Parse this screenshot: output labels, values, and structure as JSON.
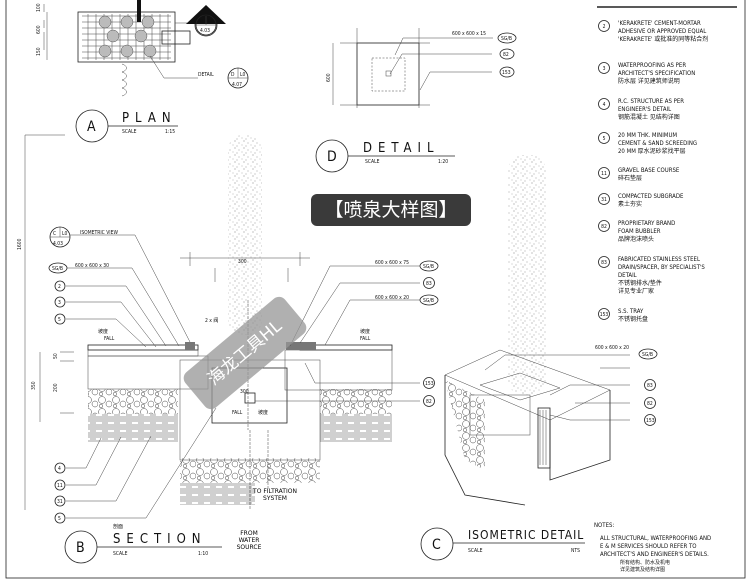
{
  "banner": "【喷泉大样图】",
  "watermark": "海龙工具HL",
  "plan": {
    "letter": "A",
    "title": "PLAN",
    "scale_label": "SCALE",
    "scale": "1:15",
    "detail_label": "DETAIL",
    "ref1_top": "B",
    "ref1_sheet": "L0",
    "ref1_num": "4.03",
    "ref2_top": "D",
    "ref2_sheet": "L0",
    "ref2_num": "4.07",
    "dims": [
      "100",
      "600",
      "150"
    ]
  },
  "detail": {
    "letter": "D",
    "title": "DETAIL",
    "scale_label": "SCALE",
    "scale": "1:20",
    "spec": "600 x 600 x 15",
    "tags": [
      "SG/B",
      "82",
      "153"
    ],
    "dim": "600"
  },
  "section": {
    "letter": "B",
    "title": "SECTION",
    "cn": "剖面",
    "scale_label": "SCALE",
    "scale": "1:10",
    "iso_ref_top": "C",
    "iso_ref_sheet": "L0",
    "iso_ref_num": "4.03",
    "iso_ref_label": "ISOMETRIC VIEW",
    "left_tags": [
      "SG/B",
      "2",
      "3",
      "5"
    ],
    "left_spec": "600 x 600 x 30",
    "right_tags": [
      "SG/B",
      "83",
      "SG/B",
      "153",
      "82"
    ],
    "right_spec1": "600 x 600 x 75",
    "right_spec2": "600 x 600 x 20",
    "bottom_tags": [
      "4",
      "11",
      "31",
      "5"
    ],
    "fall": "FALL",
    "fall_cn": "坡度",
    "dims": [
      "50",
      "200",
      "350",
      "300",
      "300",
      "2 x 阀"
    ],
    "filtration": "TO FILTRATION SYSTEM",
    "source": "FROM WATER SOURCE",
    "overall_dim": "1600"
  },
  "iso": {
    "letter": "C",
    "title": "ISOMETRIC DETAIL",
    "scale_label": "SCALE",
    "scale": "NTS",
    "spec": "600 x 600 x 20",
    "tags": [
      "SG/B",
      "83",
      "82",
      "153"
    ]
  },
  "notes_list": [
    {
      "tag": "2",
      "lines": [
        "'KERAKRETE' CEMENT-MORTAR",
        "ADHESIVE OR APPROVED EQUAL",
        "'KERAKRETE' 或批准的同等粘合剂"
      ]
    },
    {
      "tag": "3",
      "lines": [
        "WATERPROOFING AS PER",
        "ARCHITECT'S SPECIFICATION",
        "防水层 详见建筑师说明"
      ]
    },
    {
      "tag": "4",
      "lines": [
        "R.C. STRUCTURE AS PER",
        "ENGINEER'S DETAIL",
        "钢筋混凝土 见结构详图"
      ]
    },
    {
      "tag": "5",
      "lines": [
        "20 MM THK. MINIMUM",
        "CEMENT & SAND SCREEDING",
        "20 MM 厚水泥砂浆找平层"
      ]
    },
    {
      "tag": "11",
      "lines": [
        "GRAVEL BASE COURSE",
        "碎石垫层"
      ]
    },
    {
      "tag": "31",
      "lines": [
        "COMPACTED SUBGRADE",
        "素土夯实"
      ]
    },
    {
      "tag": "82",
      "lines": [
        "PROPRIETARY BRAND",
        "FOAM BUBBLER",
        "品牌泡沫喷头"
      ]
    },
    {
      "tag": "83",
      "lines": [
        "FABRICATED STAINLESS STEEL",
        "DRAIN/SPACER, BY SPECIALIST'S",
        "DETAIL",
        "不锈钢排水/垫件",
        "详见专业厂家"
      ]
    },
    {
      "tag": "153",
      "lines": [
        "S.S. TRAY",
        "不锈钢托盘"
      ]
    }
  ],
  "notes": {
    "heading": "NOTES:",
    "lines": [
      "ALL STRUCTURAL, WATERPROOFING AND",
      "E & M SERVICES SHOULD REFER TO",
      "ARCHITECT'S AND ENGINEER'S DETAILS.",
      "所有结构、防水及机电",
      "详见建筑及结构详图"
    ]
  }
}
